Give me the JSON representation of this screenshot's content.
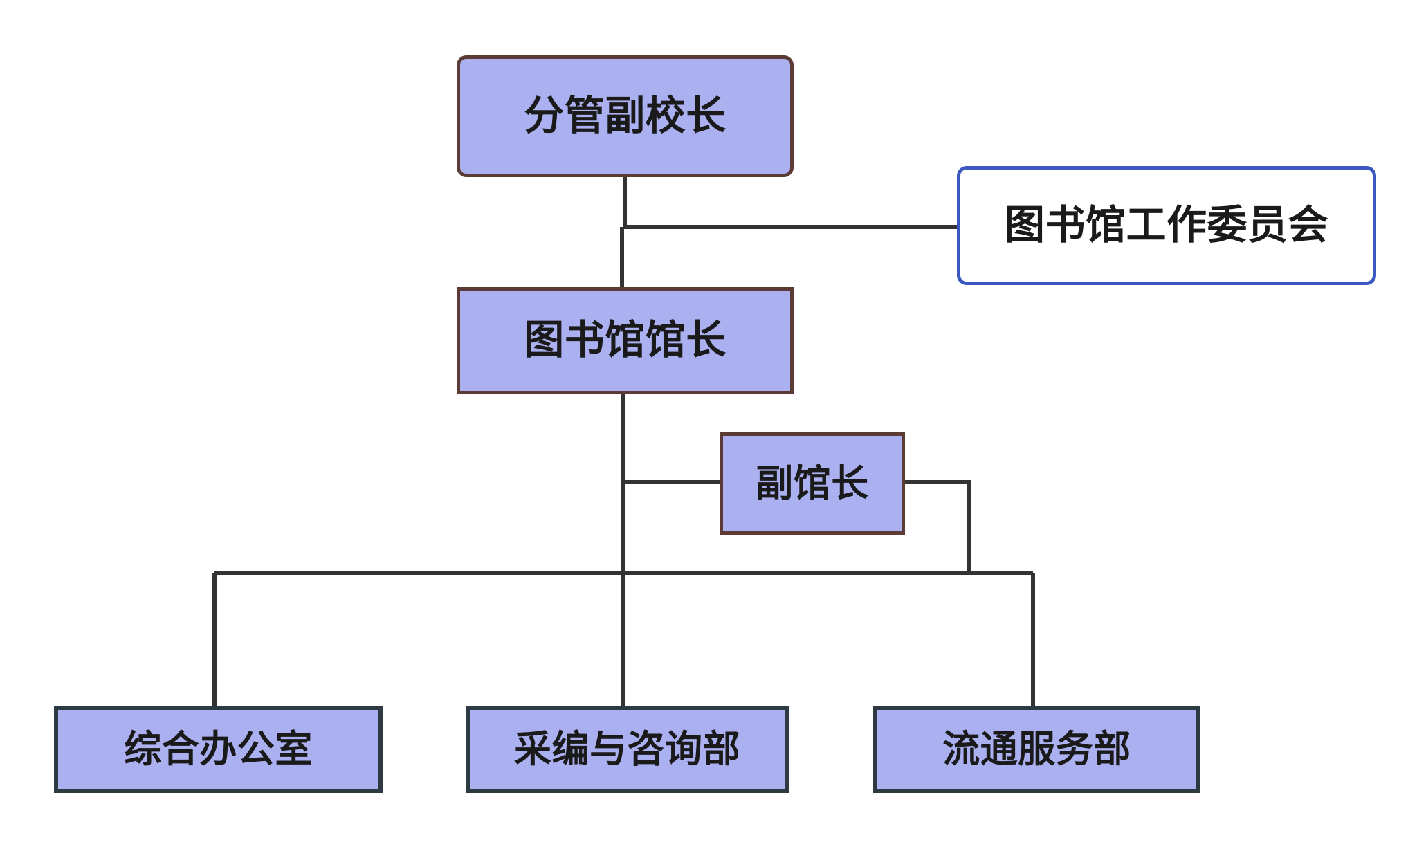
{
  "diagram": {
    "type": "organization-chart",
    "title_text_present": false,
    "background_color": "#ffffff",
    "nodes": [
      {
        "id": "vp-principal",
        "label": "分管副校长",
        "level": 0,
        "fill": "#aab0f0",
        "border_color": "#5c3b34",
        "shape": "rounded-rectangle"
      },
      {
        "id": "committee",
        "label": "图书馆工作委员会",
        "level": 1,
        "fill": "#ffffff",
        "border_color": "#3a58bf",
        "shape": "rounded-rectangle"
      },
      {
        "id": "director",
        "label": "图书馆馆长",
        "level": 1,
        "fill": "#aab0f0",
        "border_color": "#5c3b34",
        "shape": "rectangle"
      },
      {
        "id": "deputy",
        "label": "副馆长",
        "level": 2,
        "fill": "#aab0f0",
        "border_color": "#5c3b34",
        "shape": "rectangle"
      },
      {
        "id": "office",
        "label": "综合办公室",
        "level": 3,
        "fill": "#aab0f0",
        "border_color": "#2e3a42",
        "shape": "rectangle"
      },
      {
        "id": "acquisition",
        "label": "采编与咨询部",
        "level": 3,
        "fill": "#aab0f0",
        "border_color": "#2e3a42",
        "shape": "rectangle"
      },
      {
        "id": "circulation",
        "label": "流通服务部",
        "level": 3,
        "fill": "#aab0f0",
        "border_color": "#2e3a42",
        "shape": "rectangle"
      }
    ],
    "edges": [
      {
        "id": "edge-vp-to-director",
        "from": "vp-principal",
        "to": "director",
        "style": "orthogonal"
      },
      {
        "id": "edge-vp-to-committee",
        "from": "vp-principal",
        "to": "committee",
        "style": "orthogonal"
      },
      {
        "id": "edge-director-to-deputy",
        "from": "director",
        "to": "deputy",
        "style": "orthogonal"
      },
      {
        "id": "edge-director-to-office",
        "from": "director",
        "to": "office",
        "style": "orthogonal"
      },
      {
        "id": "edge-director-to-acq",
        "from": "director",
        "to": "acquisition",
        "style": "orthogonal"
      },
      {
        "id": "edge-deputy-to-circ",
        "from": "deputy",
        "to": "circulation",
        "style": "orthogonal"
      }
    ],
    "line_color": "#333333"
  }
}
